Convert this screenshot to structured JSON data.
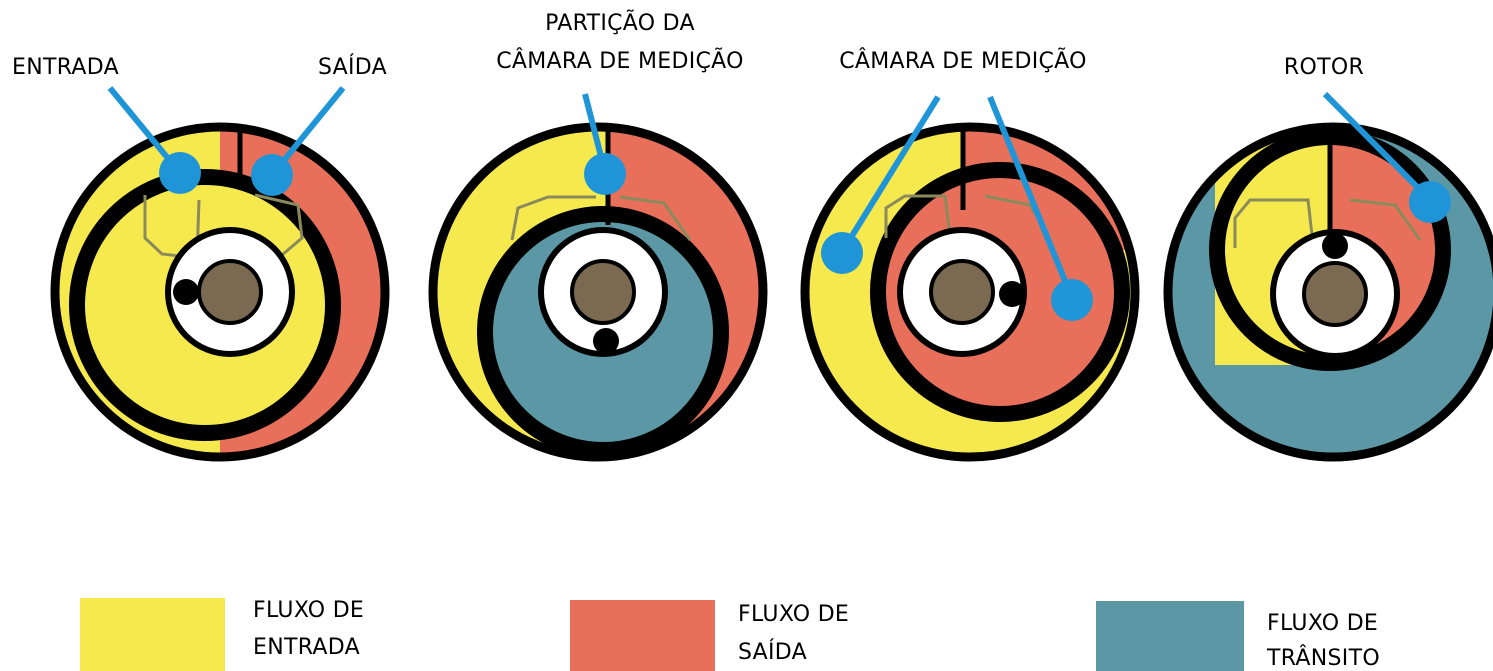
{
  "labels": {
    "entrada": "ENTRADA",
    "saida": "SAÍDA",
    "particao_line1": "PARTIÇÃO DA",
    "particao_line2": "CÂMARA DE MEDIÇÃO",
    "camara": "CÂMARA DE MEDIÇÃO",
    "rotor": "ROTOR"
  },
  "legend": [
    {
      "line1": "FLUXO DE",
      "line2": "ENTRADA",
      "color": "#f5e94e"
    },
    {
      "line1": "FLUXO DE",
      "line2": "SAÍDA",
      "color": "#e8705a"
    },
    {
      "line1": "FLUXO DE",
      "line2": "TRÂNSITO",
      "color": "#5c97a5"
    }
  ],
  "colors": {
    "inflow": "#f5e94e",
    "outflow": "#e8705a",
    "transit": "#5c97a5",
    "pointer": "#1f95d8",
    "hub": "#7a6a52",
    "partition_outline": "#8b8a5c"
  }
}
